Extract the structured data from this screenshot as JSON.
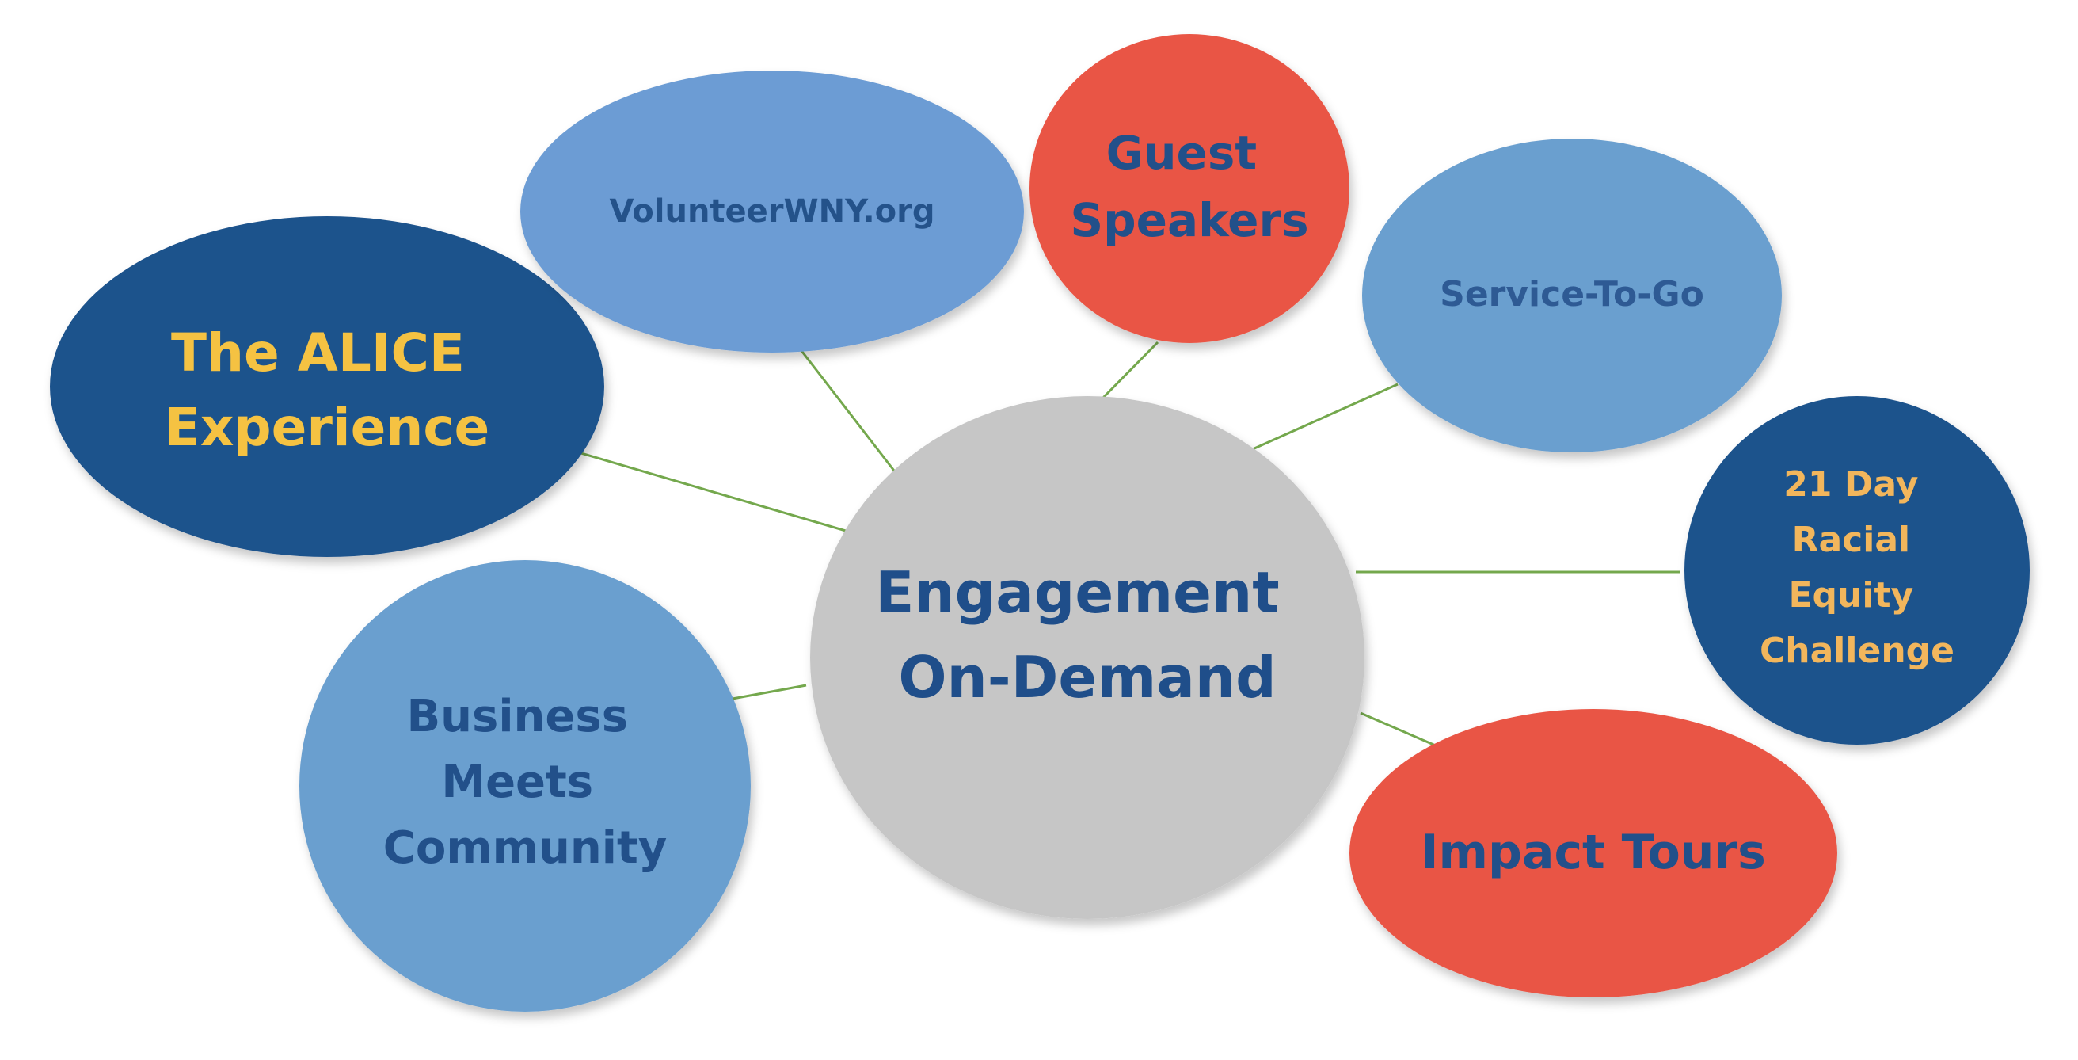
{
  "center": {
    "lines": [
      "Engagement",
      "On-Demand"
    ],
    "fill": "#c6c6c6",
    "text_color": "#1f4e8a"
  },
  "nodes": [
    {
      "id": "alice-experience",
      "lines": [
        "The ALICE",
        "Experience"
      ],
      "fill": "#1f528c",
      "text_color": "#f5c242"
    },
    {
      "id": "volunteerwny",
      "lines": [
        "VolunteerWNY.org"
      ],
      "fill": "#6c9cd4",
      "text_color": "#24528a"
    },
    {
      "id": "guest-speakers",
      "lines": [
        "Guest",
        "Speakers"
      ],
      "fill": "#e95545",
      "text_color": "#22508a"
    },
    {
      "id": "service-to-go",
      "lines": [
        "Service-To-Go"
      ],
      "fill": "#6a9fcf",
      "text_color": "#2e5a94"
    },
    {
      "id": "racial-equity-challenge",
      "lines": [
        "21 Day",
        "Racial",
        "Equity",
        "Challenge"
      ],
      "fill": "#1f528c",
      "text_color": "#f2b65c"
    },
    {
      "id": "impact-tours",
      "lines": [
        "Impact Tours"
      ],
      "fill": "#e95545",
      "text_color": "#22508a"
    },
    {
      "id": "business-meets-community",
      "lines": [
        "Business",
        "Meets",
        "Community"
      ],
      "fill": "#6a9fcf",
      "text_color": "#22508a"
    }
  ]
}
